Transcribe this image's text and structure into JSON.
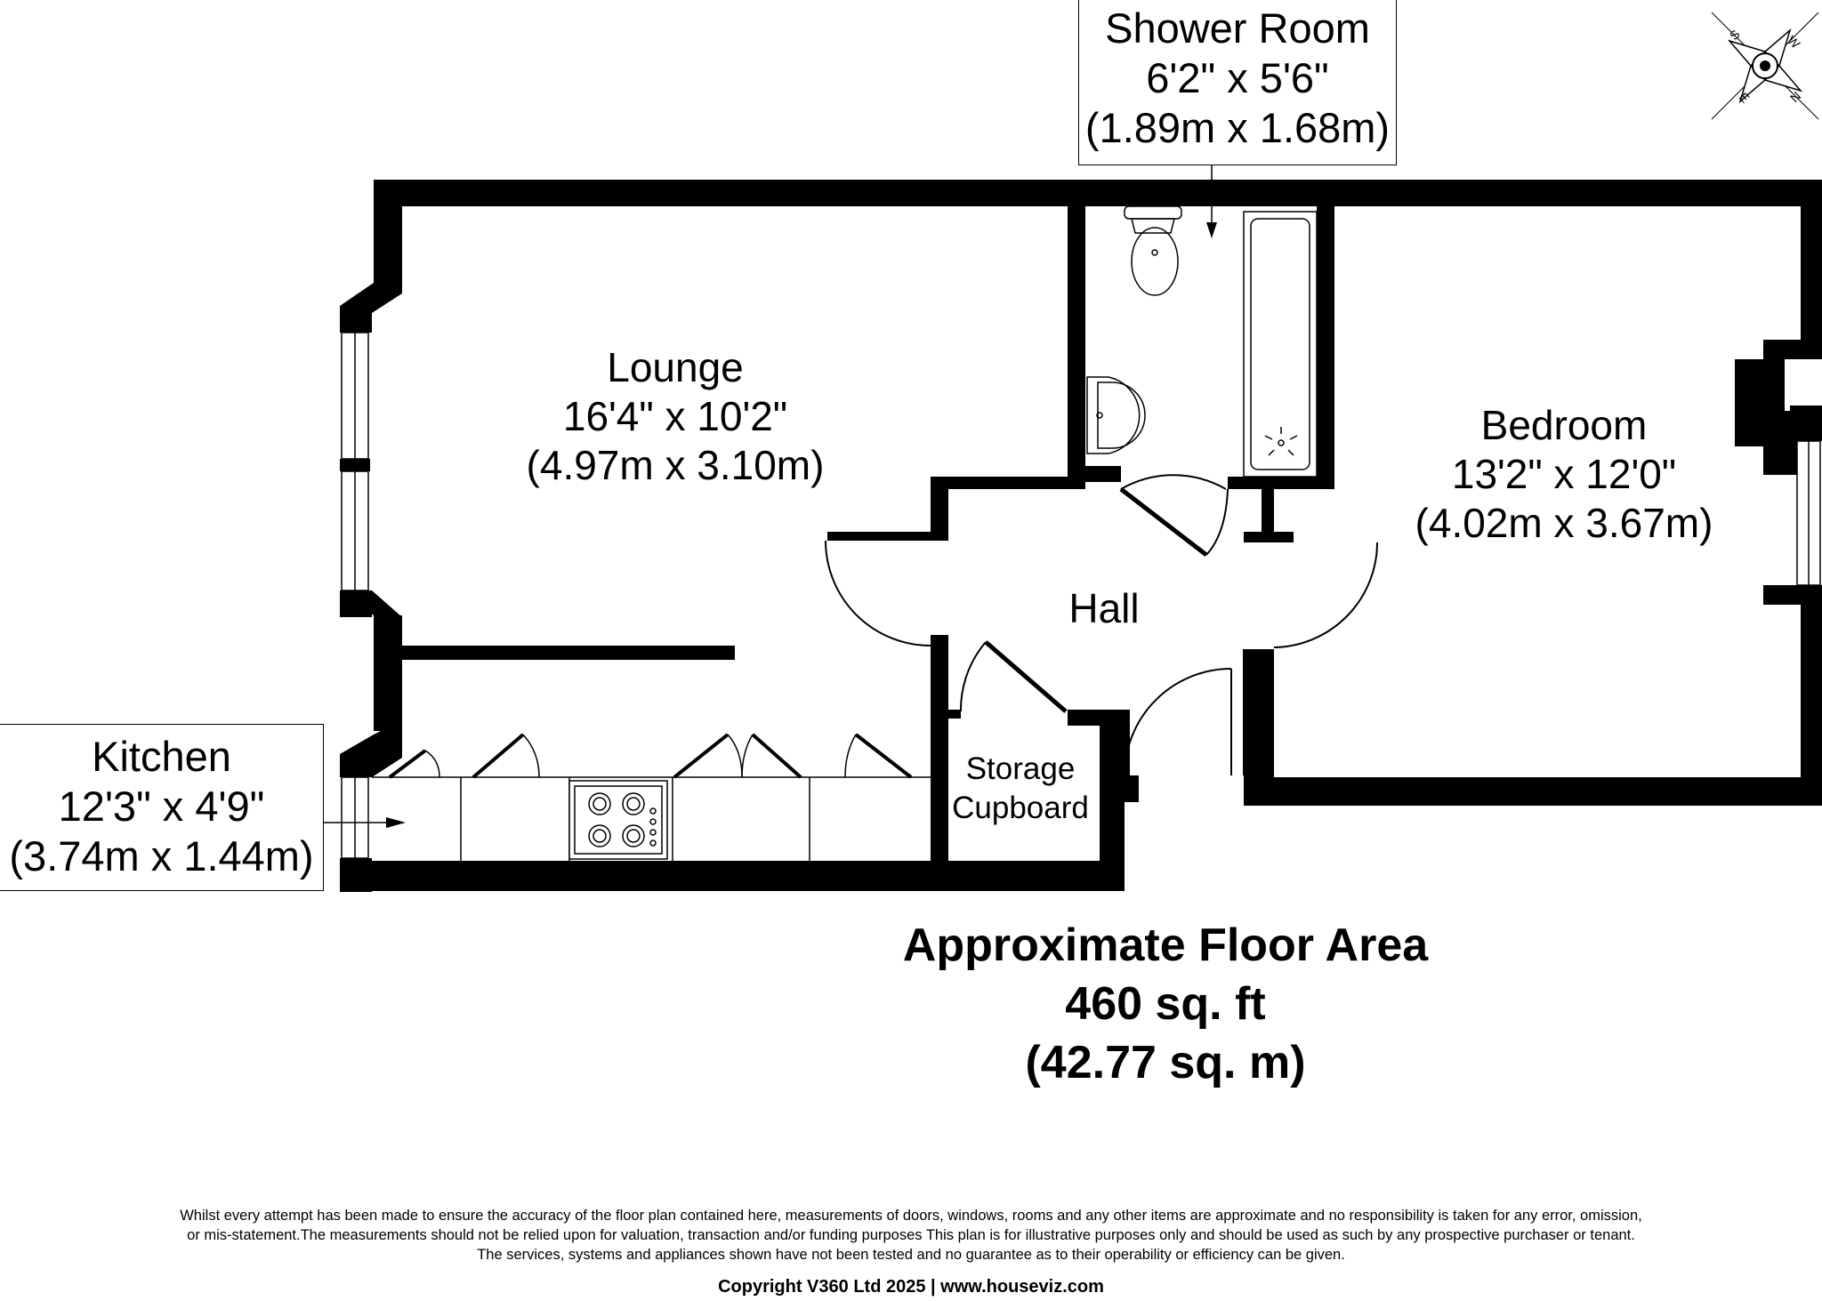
{
  "rooms": {
    "lounge": {
      "name": "Lounge",
      "imperial": "16'4\" x 10'2\"",
      "metric": "(4.97m x 3.10m)"
    },
    "bedroom": {
      "name": "Bedroom",
      "imperial": "13'2\" x 12'0\"",
      "metric": "(4.02m x 3.67m)"
    },
    "hall": {
      "name": "Hall"
    },
    "storage": {
      "line1": "Storage",
      "line2": "Cupboard"
    },
    "shower": {
      "name": "Shower Room",
      "imperial": "6'2\" x 5'6\"",
      "metric": "(1.89m x 1.68m)"
    },
    "kitchen": {
      "name": "Kitchen",
      "imperial": "12'3\" x 4'9\"",
      "metric": "(3.74m x 1.44m)"
    }
  },
  "compass": {
    "n": "N",
    "e": "E",
    "s": "S",
    "w": "W"
  },
  "area": {
    "title": "Approximate Floor Area",
    "imperial": "460 sq. ft",
    "metric": "(42.77 sq. m)"
  },
  "disclaimer": {
    "line1": "Whilst every attempt has been made to ensure the accuracy of the floor plan contained here, measurements of doors, windows, rooms and any other items are approximate and no responsibility is taken for any error, omission,",
    "line2": "or mis-statement.The measurements should not be relied upon for valuation, transaction and/or funding purposes This plan is for illustrative purposes only and should be used as such by any prospective purchaser or tenant.",
    "line3": "The services, systems and appliances shown have not been tested and no guarantee as to their operability or efficiency can be given."
  },
  "copyright": "Copyright V360 Ltd 2025 | www.houseviz.com"
}
